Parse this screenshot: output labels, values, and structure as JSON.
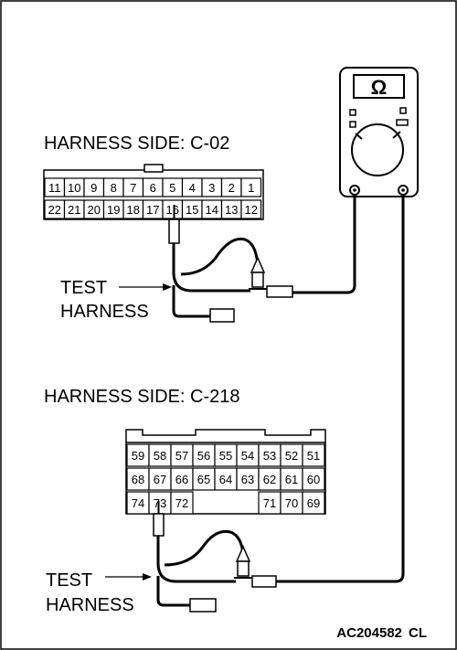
{
  "connector_c02": {
    "title": "HARNESS SIDE: C-02",
    "row1": [
      "11",
      "10",
      "9",
      "8",
      "7",
      "6",
      "5",
      "4",
      "3",
      "2",
      "1"
    ],
    "row2": [
      "22",
      "21",
      "20",
      "19",
      "18",
      "17",
      "16",
      "15",
      "14",
      "13",
      "12"
    ]
  },
  "connector_c218": {
    "title": "HARNESS SIDE: C-218",
    "row1": [
      "59",
      "58",
      "57",
      "56",
      "55",
      "54",
      "53",
      "52",
      "51"
    ],
    "row2": [
      "68",
      "67",
      "66",
      "65",
      "64",
      "63",
      "62",
      "61",
      "60"
    ],
    "row3_left": [
      "74",
      "73",
      "72"
    ],
    "row3_right": [
      "71",
      "70",
      "69"
    ]
  },
  "labels": {
    "test1_line1": "TEST",
    "test1_line2": "HARNESS",
    "test2_line1": "TEST",
    "test2_line2": "HARNESS"
  },
  "meter": {
    "symbol": "Ω"
  },
  "figure_code": {
    "main": "AC204582",
    "suffix": "CL"
  }
}
